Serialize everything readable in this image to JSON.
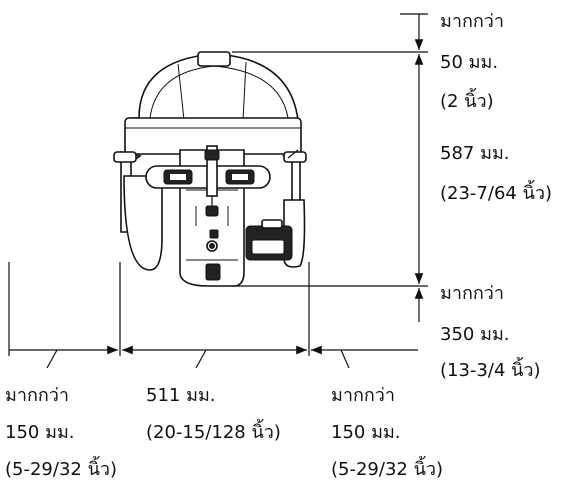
{
  "diagram": {
    "top_clearance": {
      "line1": "มากกว่า",
      "line2": "50 มม.",
      "line3": "(2 นิ้ว)"
    },
    "machine_height": {
      "line1": "587 มม.",
      "line2": "(23-7/64 นิ้ว)"
    },
    "rear_clearance": {
      "line1": "มากกว่า",
      "line2": "350 มม.",
      "line3": "(13-3/4 นิ้ว)"
    },
    "left_clearance": {
      "line1": "มากกว่า",
      "line2": "150 มม.",
      "line3": "(5-29/32 นิ้ว)"
    },
    "machine_width": {
      "line1": "511 มม.",
      "line2": "(20-15/128 นิ้ว)"
    },
    "right_clearance": {
      "line1": "มากกว่า",
      "line2": "150 มม.",
      "line3": "(5-29/32 นิ้ว)"
    }
  }
}
